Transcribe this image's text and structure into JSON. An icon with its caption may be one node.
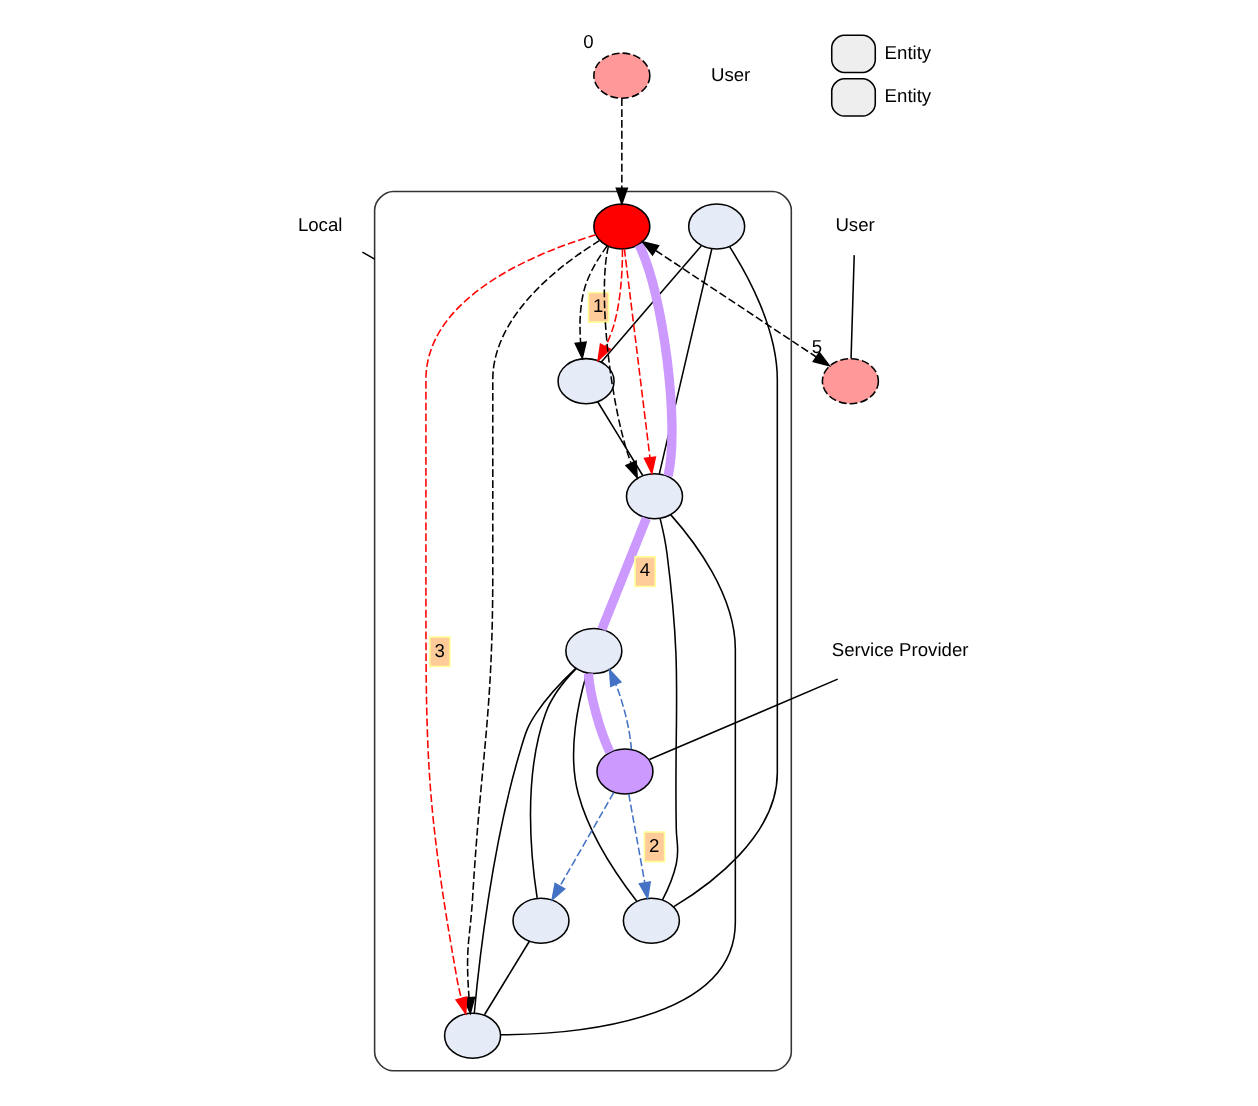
{
  "diagram": {
    "nodes": [
      {
        "text": [],
        "shape": "cloud"
      },
      {
        "text": [
          "Local"
        ]
      },
      {
        "text": [],
        "shape": "circle",
        "in": 0
      },
      {
        "text": [],
        "shape": "circle",
        "in": 0
      },
      {
        "text": [],
        "shape": "circle",
        "in": 0
      },
      {
        "text": [],
        "shape": "circle",
        "in": 0
      },
      {
        "text": [],
        "shape": "circle",
        "in": 0
      },
      {
        "text": [],
        "shape": "circle",
        "in": 0
      },
      {
        "text": [],
        "shape": "circle",
        "in": 0
      },
      {
        "text": [],
        "shape": "circle",
        "in": 0
      },
      {
        "text": [],
        "shape": "circle",
        "in": 0
      },
      {
        "text": [
          "Service Provider"
        ]
      },
      {
        "text": [],
        "shape": "circle",
        "beside": [
          "0"
        ]
      },
      {
        "text": [],
        "shape": "circle",
        "beside": [
          "5"
        ]
      },
      {
        "text": [
          "User"
        ]
      }
    ],
    "edges": [
      {
        "from": 1,
        "to": 0,
        "arrow": "none"
      },
      {
        "from": 3,
        "to": 2,
        "arrow": "none"
      },
      {
        "from": 3,
        "to": 4,
        "arrow": "none"
      },
      {
        "from": 3,
        "to": 5,
        "arrow": "none"
      },
      {
        "from": 2,
        "to": 5,
        "arrow": "none"
      },
      {
        "from": 4,
        "to": 5,
        "arrow": "none"
      },
      {
        "from": 4,
        "to": 7,
        "arrow": "none"
      },
      {
        "from": 7,
        "to": 10,
        "arrow": "none"
      },
      {
        "from": 7,
        "to": 9,
        "arrow": "none"
      },
      {
        "from": 5,
        "to": 9,
        "arrow": "none"
      },
      {
        "from": 10,
        "to": 9,
        "arrow": "none"
      },
      {
        "from": 6,
        "to": 2,
        "arrow": "to",
        "style": "dashed",
        "label": "1"
      },
      {
        "from": 6,
        "to": 5,
        "arrow": "to",
        "style": "dashed"
      },
      {
        "from": 6,
        "to": 9,
        "arrow": "to",
        "style": "dashed"
      },
      {
        "from": 6,
        "to": 2,
        "arrow": "to",
        "style": "dashed",
        "color": "#ff0000"
      },
      {
        "from": 6,
        "to": 5,
        "arrow": "to",
        "style": "dashed",
        "color": "#ff0000"
      },
      {
        "from": 6,
        "to": 9,
        "arrow": "to",
        "style": "dashed",
        "color": "#ff0000",
        "label": "3"
      },
      {
        "from": 6,
        "to": 5,
        "arrow": "none",
        "style": "thick",
        "color": "#cc99ff"
      },
      {
        "from": 5,
        "to": 7,
        "arrow": "none",
        "style": "thick",
        "color": "#cc99ff",
        "label": "4"
      },
      {
        "from": 7,
        "to": 8,
        "arrow": "none",
        "style": "thick",
        "color": "#cc99ff"
      },
      {
        "from": 8,
        "to": 4,
        "arrow": "to",
        "style": "dashed",
        "color": "#4472c4",
        "label": "2"
      },
      {
        "from": 8,
        "to": 7,
        "arrow": "to",
        "style": "dashed",
        "color": "#4472c4"
      },
      {
        "from": 8,
        "to": 10,
        "arrow": "to",
        "style": "dashed",
        "color": "#4472c4"
      },
      {
        "from": 12,
        "to": 6,
        "arrow": "to",
        "style": "dashed"
      },
      {
        "from": 6,
        "to": 13,
        "arrow": "both",
        "style": "dashed"
      },
      {
        "from": 11,
        "to": 8,
        "arrow": "none"
      },
      {
        "from": 14,
        "to": 13,
        "arrow": "none"
      }
    ],
    "labels": [
      "User"
    ],
    "legend": [
      {
        "text": "Entity"
      },
      {
        "text": "Entity"
      }
    ]
  }
}
